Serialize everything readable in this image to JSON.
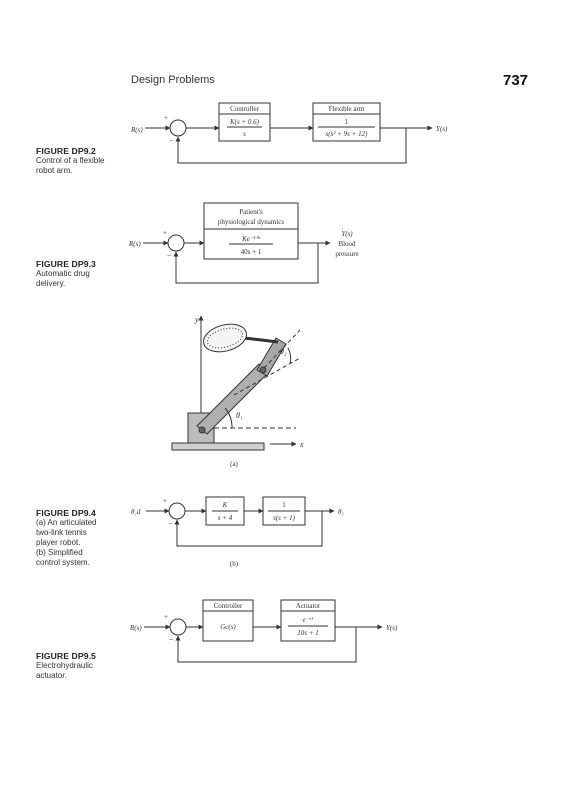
{
  "header": {
    "section": "Design Problems",
    "page_number": "737"
  },
  "fig92": {
    "title": "FIGURE DP9.2",
    "caption": [
      "Control of a flexible",
      "robot arm."
    ],
    "input": "R(s)",
    "output": "Y(s)",
    "plus": "+",
    "minus": "−",
    "ctrl_label": "Controller",
    "ctrl_num": "K(s + 0.6)",
    "ctrl_den": "s",
    "plant_label": "Flexible arm",
    "plant_num": "1",
    "plant_den": "s(s² + 9s + 12)"
  },
  "fig93": {
    "title": "FIGURE DP9.3",
    "caption": [
      "Automatic drug",
      "delivery."
    ],
    "input": "R(s)",
    "plus": "+",
    "minus": "−",
    "block_label_1": "Patient's",
    "block_label_2": "physiological dynamics",
    "num": "Ke⁻¹⁰ˢ",
    "den": "40s + 1",
    "output_1": "Y(s)",
    "output_2": "Blood",
    "output_3": "pressure"
  },
  "fig94": {
    "title": "FIGURE DP9.4",
    "caption": [
      "(a) An articulated",
      "two-link tennis",
      "player robot.",
      "(b) Simplified",
      "control system."
    ],
    "axis_x": "x",
    "axis_y": "y",
    "theta1": "θ₁",
    "theta2": "θ₂",
    "label_a": "(a)",
    "label_b": "(b)",
    "input": "θ₁d",
    "output": "θ₁",
    "plus": "+",
    "minus": "−",
    "g1_num": "K",
    "g1_den": "s + 4",
    "g2_num": "1",
    "g2_den": "s(s + 1)"
  },
  "fig95": {
    "title": "FIGURE DP9.5",
    "caption": [
      "Electrohydraulic",
      "actuator."
    ],
    "input": "R(s)",
    "output": "Y(s)",
    "plus": "+",
    "minus": "−",
    "ctrl_label": "Controller",
    "ctrl_tf": "Gc(s)",
    "act_label": "Actuator",
    "act_num": "e⁻ˢᵀ",
    "act_den": "10s + 1"
  }
}
